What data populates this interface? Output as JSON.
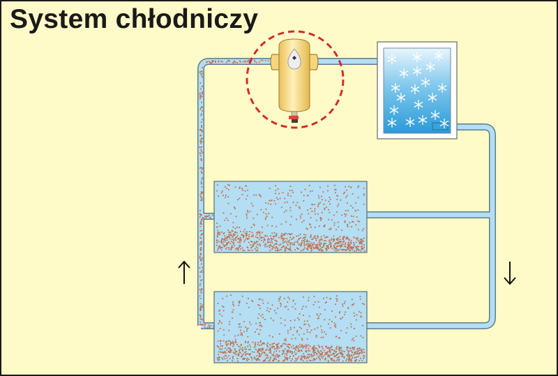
{
  "title": "System chłodniczy",
  "colors": {
    "background": "#fffbc8",
    "pipe_fill": "#b3def4",
    "pipe_edge": "#5c7d8a",
    "particle": "#c0704a",
    "highlight_circle": "#d42a2a",
    "filter_body": "#f8dc8a"
  },
  "flow": {
    "left_direction": "up",
    "right_direction": "down"
  }
}
